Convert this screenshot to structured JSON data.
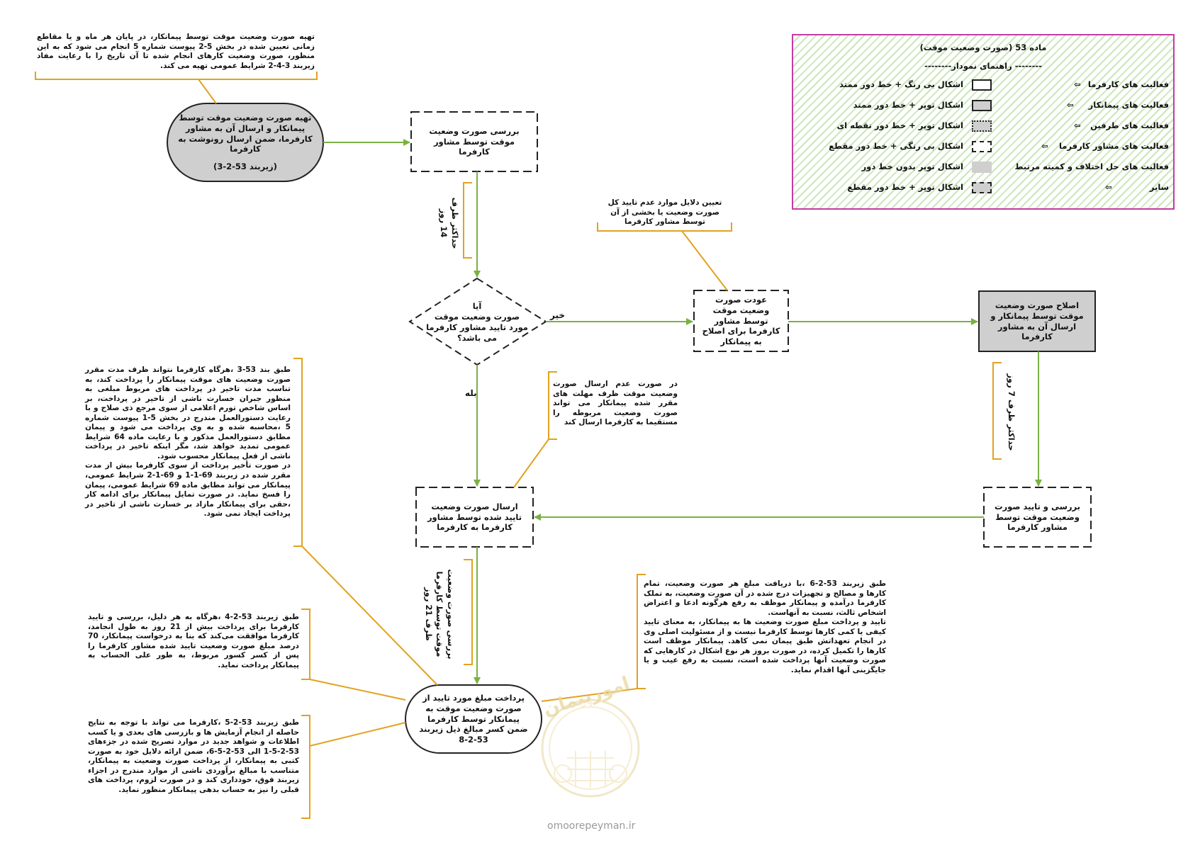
{
  "nodes": {
    "n1": {
      "text": "تهیه صورت وضعیت موقت توسط پیمانکار و ارسال آن به مشاور کارفرما، ضمن ارسال رونوشت به کارفرما",
      "ref": "(زیربند 53-2-3)"
    },
    "n2": "بررسی صورت وضعیت موقت توسط مشاور کارفرما",
    "n3": {
      "l1": "آیا",
      "l2": "صورت وضعیت موقت",
      "l3": "مورد تایید مشاور کارفرما",
      "l4": "می باشد؟"
    },
    "n4": "عودت صورت وضعیت موقت توسط مشاور کارفرما برای اصلاح به پیمانکار",
    "n5": "اصلاح صورت وضعیت موقت توسط پیمانکار و ارسال آن به مشاور کارفرما",
    "n6": "بررسی و تایید صورت وضعیت موقت توسط مشاور کارفرما",
    "n7": "ارسال صورت وضعیت تایید شده توسط مشاور کارفرما به کارفرما",
    "n8": "پرداخت مبلغ مورد تایید از صورت وضعیت موقت به پیمانکار توسط کارفرما ضمن کسر مبالغ ذیل زیربند 53-2-8"
  },
  "edge_labels": {
    "no": "خیر",
    "yes": "بله",
    "max14": "حداکثر ظرف\n14 روز",
    "max7": "حداکثر ظرف 7 روز",
    "review21": "بررسی صورت وضعیت\nموقت توسط کارفرما\nظرف 21 روز"
  },
  "notes": {
    "top_left": "تهیه صورت وضعیت موقت توسط پیمانکار، در پایان هر ماه و یا مقاطع زمانی تعیین شده در بخش 5-2 پیوست شماره 5 انجام می شود که به این منظور، صورت وضعیت کارهای انجام شده تا آن تاریخ را با رعایت مفاد زیربند 3-4-2 شرایط عمومی تهیه می کند.",
    "reasons": "تعیین دلایل موارد عدم تایید کل صورت وضعیت یا بخشی از آن توسط مشاور کارفرما",
    "direct_send": "در صورت عدم ارسال صورت وضعیت موقت ظرف مهلت های مقرر شده پیمانکار می تواند صورت وضعیت مربوطه را مستقیما به کارفرما ارسال کند",
    "clause_53_3": "طبق بند 53-3 ،هرگاه کارفرما نتواند ظرف مدت مقرر صورت وضعیت های موقت پیمانکار را پرداخت کند، به تناسب مدت تاخیر در پرداخت های مربوط مبلغی به منظور جبران خسارت ناشی از تاخیر در پرداخت، بر اساس شاخص تورم اعلامی از سوی مرجع ذی صلاح و با رعایت دستورالعمل مندرج در بخش 5-1 پیوست شماره 5 ،محاسبه شده و به وی پرداخت می شود و پیمان مطابق دستورالعمل مذکور و با رعایت ماده 64 شرایط عمومی تمدید خواهد شد، مگر اینکه تاخیر در پرداخت ناشی از فعل پیمانکار محسوب شود.\nدر صورت تأخیر پرداخت از سوی کارفرما بیش از مدت مقرر شده در زیربند 69-1-1 و 69-1-2 شرایط عمومی، پیمانکار می تواند مطابق ماده 69 شرایط عمومی، پیمان را فسخ نماید. در صورت تمایل پیمانکار برای ادامه کار ،حقی برای پیمانکار مازاد بر خسارت ناشی از تاخیر در پرداخت ایجاد نمی شود.",
    "clause_53_2_4": "طبق زیربند 53-2-4 ،هرگاه به هر دلیل، بررسی و تایید کارفرما برای پرداخت بیش از 21 روز به طول انجامد، کارفرما موافقت می‌کند که بنا به درخواست پیمانکار، 70 درصد مبلغ صورت وضعیت تایید شده مشاور کارفرما را پس از کسر کسور مربوط، به طور علی الحساب به پیمانکار پرداخت نماید.",
    "clause_53_2_5": "طبق زیربند 53-2-5 ،کارفرما می تواند با توجه به نتایج حاصله از انجام آزمایش ها و بازرسی های بعدی و یا کسب اطلاعات و شواهد جدید در موارد تصریح شده در جزءهای 53-2-5-1 الی 53-2-5-6، ضمن ارائه دلایل خود به صورت کتبی به پیمانکار، از پرداخت صورت وضعیت به پیمانکار، متناسب با مبالغ برآوردی ناشی از موارد مندرج در اجزاء زیربند فوق، خودداری کند و در صورت لزوم، پرداخت های قبلی را نیز به حساب بدهی پیمانکار منظور نماید.",
    "clause_53_2_6": "طبق زیربند 53-2-6 ،با دریافت مبلغ هر صورت وضعیت، تمام کارها و مصالح و تجهیزات درج شده در آن صورت وضعیت، به تملک کارفرما درآمده و پیمانکار موظف به رفع هرگونه ادعا و اعتراض اشخاص ثالث، نسبت به آنهاست.\nتایید و پرداخت مبلغ صورت وضعیت ها به پیمانکار، به معنای تایید کیفی یا کمی کارها توسط کارفرما نیست و از مسئولیت اصلی وی در انجام تعهداتش طبق پیمان نمی کاهد. پیمانکار موظف است کارها را تکمیل کرده، در صورت بروز هر نوع اشکال در کارهایی که صورت وضعیت آنها پرداخت شده است، نسبت به رفع عیب و یا جایگزینی آنها اقدام نماید."
  },
  "legend": {
    "title": "ماده 53 (صورت وضعیت موقت)",
    "subtitle": "-------- راهنمای نمودار--------",
    "rows": [
      {
        "label": "فعالیت های کارفرما",
        "desc": "اشکال بی رنگ + خط دور ممتد",
        "style": "solid-empty"
      },
      {
        "label": "فعالیت های پیمانکار",
        "desc": "اشکال توپر + خط دور ممتد",
        "style": "solid-filled"
      },
      {
        "label": "فعالیت های طرفین",
        "desc": "اشکال توپر + خط دور نقطه ای",
        "style": "dotted-filled"
      },
      {
        "label": "فعالیت های مشاور کارفرما",
        "desc": "اشکال بی رنگی + خط دور مقطع",
        "style": "dashed-empty"
      },
      {
        "label": "فعالیت های حل اختلاف و کمیته مرتبط",
        "desc": "اشکال توپر بدون خط دور",
        "style": "filled-noborder"
      },
      {
        "label": "سایر",
        "desc": "اشکال توپر + خط دور مقطع",
        "style": "dashed-filled"
      }
    ],
    "arrow": "⇦"
  },
  "watermark": {
    "url": "omoorepeyman.ir",
    "logo_text": "امورپیمان"
  },
  "colors": {
    "flow_arrow": "#7bb042",
    "annotation_line": "#e2a21f",
    "contractor_fill": "#cfcfcf",
    "legend_border": "#c63aa6",
    "legend_hatch": "#c9e7b8"
  }
}
